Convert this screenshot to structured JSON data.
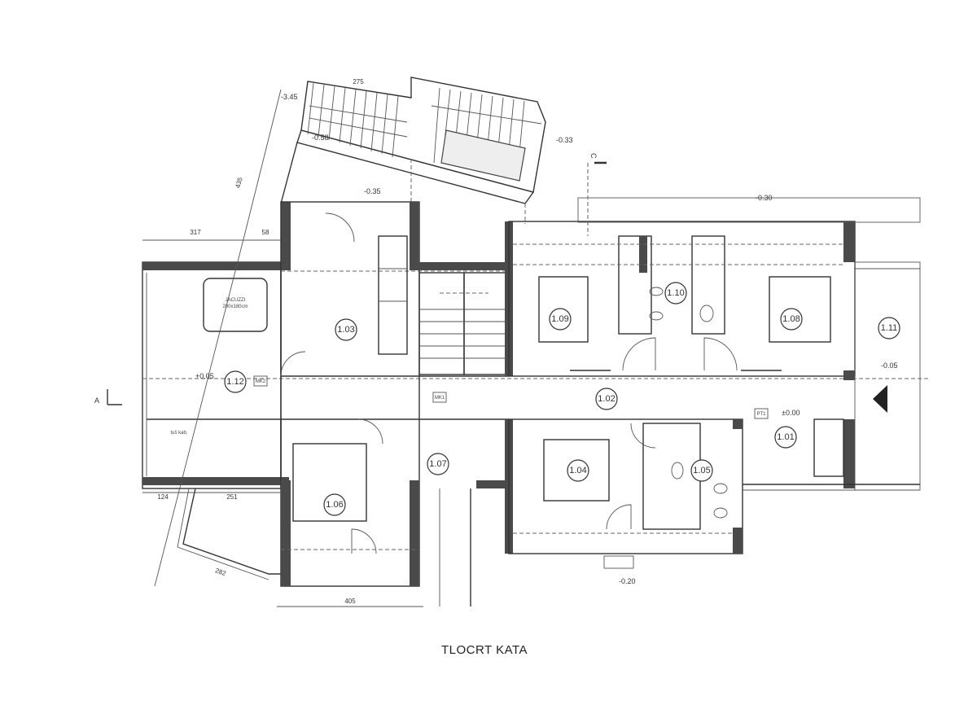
{
  "drawing": {
    "title": "TLOCRT KATA",
    "section_markers": {
      "a": "A",
      "c": "C"
    },
    "rooms": [
      {
        "id": "1.01"
      },
      {
        "id": "1.02"
      },
      {
        "id": "1.03"
      },
      {
        "id": "1.04"
      },
      {
        "id": "1.05"
      },
      {
        "id": "1.06"
      },
      {
        "id": "1.07"
      },
      {
        "id": "1.08"
      },
      {
        "id": "1.09"
      },
      {
        "id": "1.10"
      },
      {
        "id": "1.11"
      },
      {
        "id": "1.12"
      }
    ],
    "levels": [
      "-3.45",
      "-0.33",
      "-0.35",
      "-0.30",
      "-0.05",
      "±0.00",
      "-0.20",
      "+0.05",
      "-0.58"
    ],
    "dimensions": [
      "275",
      "317",
      "58",
      "435",
      "124",
      "251",
      "282",
      "405"
    ],
    "fixtures": {
      "jacuzzi": "JACUZZI",
      "jacuzzi_size": "200x180cm",
      "shower": "tuš kab."
    },
    "codes": [
      "MK1",
      "MK2",
      "PT1"
    ]
  }
}
